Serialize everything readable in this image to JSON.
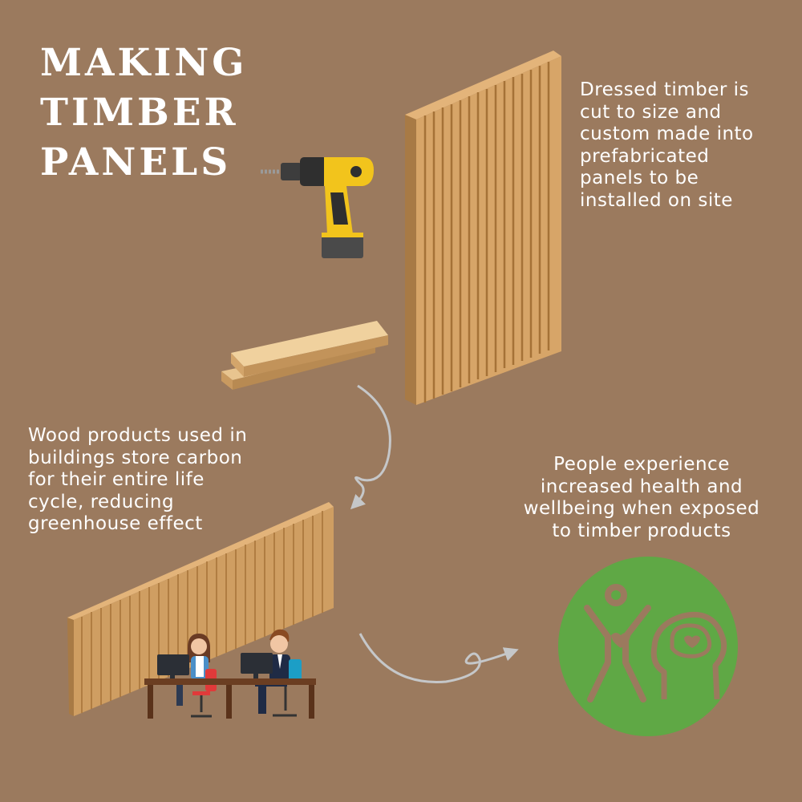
{
  "title": {
    "lines": [
      "MAKING",
      "TIMBER",
      "PANELS"
    ]
  },
  "captions": {
    "panels": [
      "Dressed timber is",
      "cut to size and",
      "custom made into",
      "prefabricated",
      "panels to be",
      "installed on site"
    ],
    "carbon": [
      "Wood products used in",
      "buildings store carbon",
      "for their entire life",
      "cycle, reducing",
      "greenhouse effect"
    ],
    "health": [
      "People experience",
      "increased health and",
      "wellbeing when exposed",
      "to timber products"
    ]
  },
  "colors": {
    "background": "#9b7a5e",
    "text": "#ffffff",
    "timber": "#d9a76a",
    "timber_dark": "#9c6e3b",
    "drill_yellow": "#f2c41c",
    "drill_dark": "#4a4a4a",
    "arrow": "#c5c7c9",
    "wellbeing_green": "#5fa845"
  },
  "icons": [
    "drill-icon",
    "timber-panel-icon",
    "planks-icon",
    "timber-wall-icon",
    "office-workers-icon",
    "wellbeing-icon"
  ]
}
